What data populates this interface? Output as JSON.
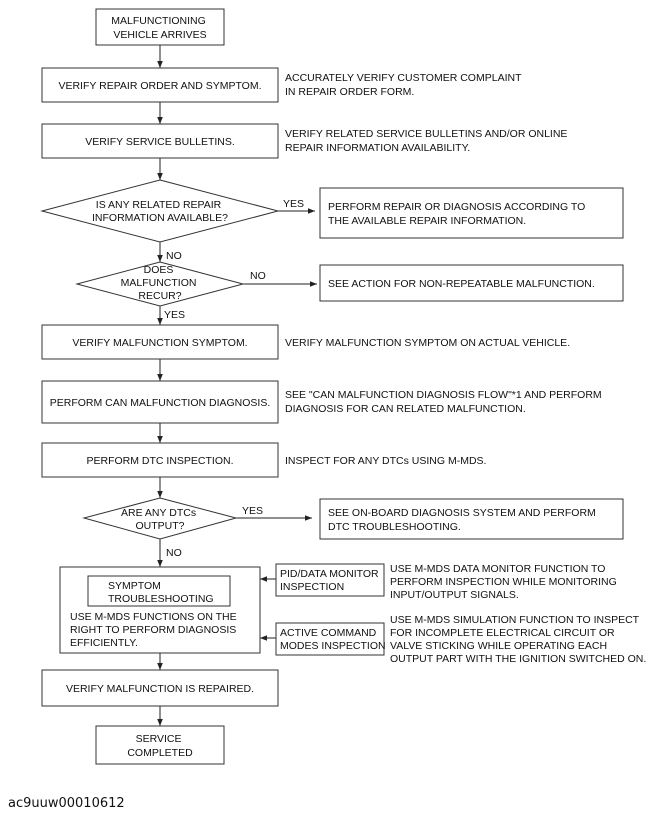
{
  "nodes": {
    "start": [
      "MALFUNCTIONING",
      "VEHICLE ARRIVES"
    ],
    "verify_repair_order": [
      "VERIFY REPAIR ORDER AND SYMPTOM."
    ],
    "verify_bulletins": [
      "VERIFY SERVICE BULLETINS."
    ],
    "decision_info": [
      "IS ANY RELATED REPAIR",
      "INFORMATION AVAILABLE?"
    ],
    "perform_repair": [
      "PERFORM REPAIR OR DIAGNOSIS ACCORDING TO",
      "THE AVAILABLE REPAIR INFORMATION."
    ],
    "decision_recur": [
      "DOES",
      "MALFUNCTION",
      "RECUR?"
    ],
    "non_repeatable": [
      "SEE ACTION FOR NON-REPEATABLE MALFUNCTION."
    ],
    "verify_symptom": [
      "VERIFY MALFUNCTION SYMPTOM."
    ],
    "can_diagnosis": [
      "PERFORM CAN MALFUNCTION DIAGNOSIS."
    ],
    "dtc_inspection": [
      "PERFORM DTC INSPECTION."
    ],
    "decision_dtc": [
      "ARE ANY DTCs",
      "OUTPUT?"
    ],
    "onboard_diag": [
      "SEE ON-BOARD DIAGNOSIS SYSTEM AND PERFORM",
      "DTC TROUBLESHOOTING."
    ],
    "symptom_troubleshooting": [
      "SYMPTOM",
      "TROUBLESHOOTING"
    ],
    "mmds_functions": [
      "USE M-MDS FUNCTIONS ON THE",
      "RIGHT TO PERFORM DIAGNOSIS",
      "EFFICIENTLY."
    ],
    "pid_monitor": [
      "PID/DATA MONITOR",
      "INSPECTION"
    ],
    "active_command": [
      "ACTIVE COMMAND",
      "MODES INSPECTION"
    ],
    "verify_repaired": [
      "VERIFY MALFUNCTION IS REPAIRED."
    ],
    "end": [
      "SERVICE",
      "COMPLETED"
    ]
  },
  "notes": {
    "repair_order": [
      "ACCURATELY VERIFY CUSTOMER COMPLAINT",
      "IN REPAIR ORDER FORM."
    ],
    "bulletins": [
      "VERIFY RELATED SERVICE BULLETINS AND/OR ONLINE",
      "REPAIR INFORMATION AVAILABILITY."
    ],
    "symptom": [
      "VERIFY MALFUNCTION SYMPTOM ON ACTUAL VEHICLE."
    ],
    "can": [
      "SEE \"CAN MALFUNCTION DIAGNOSIS FLOW\"*1 AND PERFORM",
      "DIAGNOSIS FOR CAN RELATED MALFUNCTION."
    ],
    "dtc": [
      "INSPECT FOR ANY DTCs USING M-MDS."
    ],
    "pid": [
      "USE M-MDS DATA MONITOR FUNCTION TO",
      "PERFORM INSPECTION WHILE MONITORING",
      "INPUT/OUTPUT SIGNALS."
    ],
    "active": [
      "USE M-MDS SIMULATION FUNCTION TO INSPECT",
      "FOR INCOMPLETE ELECTRICAL CIRCUIT OR",
      "VALVE STICKING WHILE OPERATING EACH",
      "OUTPUT PART WITH THE IGNITION SWITCHED ON."
    ]
  },
  "branch_labels": {
    "info_yes": "YES",
    "info_no": "NO",
    "recur_no": "NO",
    "recur_yes": "YES",
    "dtc_yes": "YES",
    "dtc_no": "NO"
  },
  "figure_code": "ac9uuw00010612"
}
